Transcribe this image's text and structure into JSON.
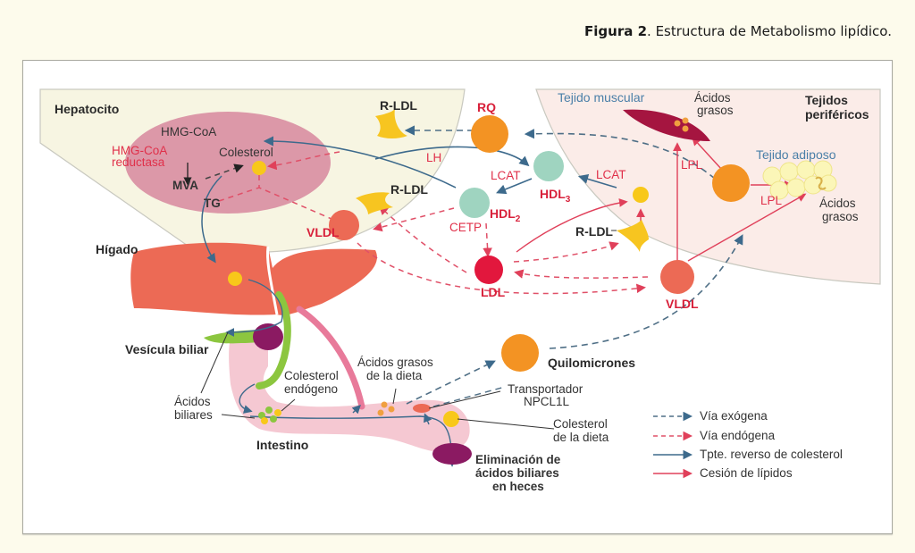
{
  "caption": {
    "prefix": "Figura 2",
    "text": ". Estructura de Metabolismo lipídico."
  },
  "colors": {
    "exogenous": "#4f6f86",
    "endogenous": "#e05068",
    "reverse_transport": "#3d6a8c",
    "lipid_transfer": "#e0405a"
  },
  "regions": {
    "hepatocyte": "Hepatocito",
    "liver": "Hígado",
    "gallbladder": "Vesícula biliar",
    "intestine": "Intestino",
    "peripheral_tissues": "Tejidos\nperiféricos",
    "peripheral_line1": "Tejidos",
    "peripheral_line2": "periféricos",
    "muscle": "Tejido muscular",
    "adipose": "Tejido adiposo"
  },
  "labels": {
    "hmg_coa": "HMG-CoA",
    "hmg_reductase_1": "HMG-CoA",
    "hmg_reductase_2": "reductasa",
    "mva": "MVA",
    "cholesterol": "Colesterol",
    "tg": "TG",
    "rldl_top": "R-LDL",
    "rldl_mid": "R-LDL",
    "rldl_right": "R-LDL",
    "vldl_liver": "VLDL",
    "vldl_periph": "VLDL",
    "rq": "RQ",
    "lh": "LH",
    "lcat_1": "LCAT",
    "lcat_2": "LCAT",
    "hdl3": "HDL",
    "hdl3_sub": "3",
    "hdl2": "HDL",
    "hdl2_sub": "2",
    "cetp": "CETP",
    "ldl": "LDL",
    "lpl_1": "LPL",
    "lpl_2": "LPL",
    "fatty_acids_muscle_1": "Ácidos",
    "fatty_acids_muscle_2": "grasos",
    "fatty_acids_adipose_1": "Ácidos",
    "fatty_acids_adipose_2": "grasos",
    "chylomicrons": "Quilomicrones",
    "dietary_fa_1": "Ácidos grasos",
    "dietary_fa_2": "de la dieta",
    "transporter_1": "Transportador",
    "transporter_2": "NPCL1L",
    "dietary_chol_1": "Colesterol",
    "dietary_chol_2": "de la dieta",
    "endogenous_chol_1": "Colesterol",
    "endogenous_chol_2": "endógeno",
    "bile_acids_1": "Ácidos",
    "bile_acids_2": "biliares",
    "elimination_1": "Eliminación de",
    "elimination_2": "ácidos biliares",
    "elimination_3": "en heces"
  },
  "legend": [
    {
      "label": "Vía exógena",
      "style": "dashed",
      "color": "#4f6f86"
    },
    {
      "label": "Vía endógena",
      "style": "dashed",
      "color": "#e05068"
    },
    {
      "label": "Tpte. reverso de colesterol",
      "style": "solid",
      "color": "#3d6a8c"
    },
    {
      "label": "Cesión de lípidos",
      "style": "solid",
      "color": "#e0405a"
    }
  ]
}
